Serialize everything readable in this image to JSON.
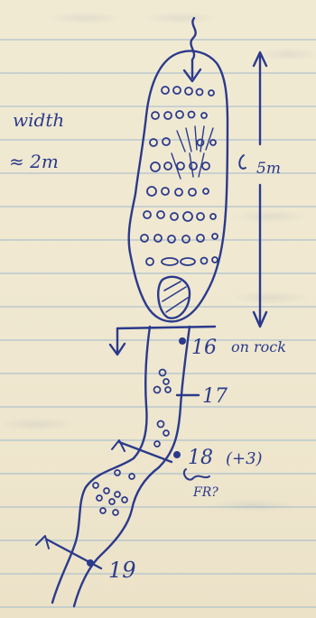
{
  "notes": {
    "width_label": "width",
    "width_value": "≈ 2m",
    "height_value": "5m",
    "station_16": "16",
    "station_16_note": "on rock",
    "station_17": "17",
    "station_18": "18",
    "station_18_note": "(+3)",
    "station_19": "19",
    "bottom_mark": "FR?"
  },
  "colors": {
    "ink": "#2b3a8c",
    "paper": "#f1ead3",
    "rule": "#9bb7cf"
  }
}
